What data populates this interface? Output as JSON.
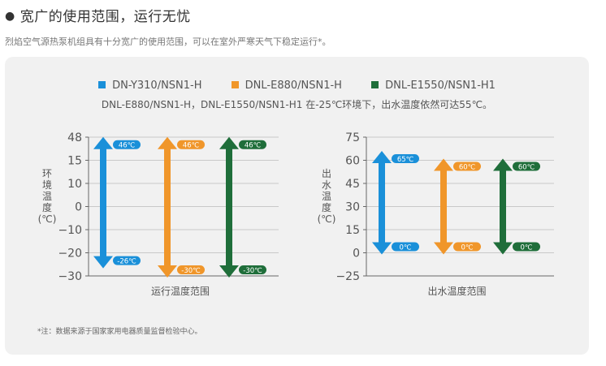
{
  "header": {
    "title": "宽广的使用范围，运行无忧",
    "subtitle": "烈焰空气源热泵机组具有十分宽广的使用范围，可以在室外严寒天气下稳定运行*。"
  },
  "legend": [
    {
      "label": "DN-Y310/NSN1-H",
      "color": "#1a90d9"
    },
    {
      "label": "DNL-E880/NSN1-H",
      "color": "#f0962a"
    },
    {
      "label": "DNL-E1550/NSN1-H1",
      "color": "#1f6e3a"
    }
  ],
  "note": "DNL-E880/NSN1-H，DNL-E1550/NSN1-H1 在-25℃环境下，出水温度依然可达55℃。",
  "footnote": "*注：数据来源于国家家用电器质量监督检验中心。",
  "colors": {
    "grid": "#c9c9c9",
    "axis": "#666666",
    "panel": "#f1f1f1"
  },
  "chart_data": [
    {
      "type": "range-bar",
      "title": "",
      "xlabel": "运行温度范围",
      "ylabel": "环境温度(℃)",
      "ylabel_lines": [
        "环",
        "境",
        "温",
        "度",
        "(℃)"
      ],
      "yticks": [
        48,
        15,
        10,
        0,
        -10,
        -20,
        -30
      ],
      "ylim": [
        -30,
        48
      ],
      "grid": true,
      "series": [
        {
          "name": "DN-Y310/NSN1-H",
          "color": "#1a90d9",
          "min": -26,
          "max": 46,
          "min_label": "-26℃",
          "max_label": "46℃"
        },
        {
          "name": "DNL-E880/NSN1-H",
          "color": "#f0962a",
          "min": -30,
          "max": 46,
          "min_label": "-30℃",
          "max_label": "46℃"
        },
        {
          "name": "DNL-E1550/NSN1-H1",
          "color": "#1f6e3a",
          "min": -30,
          "max": 46,
          "min_label": "-30℃",
          "max_label": "46℃"
        }
      ]
    },
    {
      "type": "range-bar",
      "title": "",
      "xlabel": "出水温度范围",
      "ylabel": "出水温度(℃)",
      "ylabel_lines": [
        "出",
        "水",
        "温",
        "度",
        "(℃)"
      ],
      "yticks": [
        75,
        60,
        45,
        30,
        15,
        0,
        -25
      ],
      "ylim": [
        -25,
        75
      ],
      "grid": true,
      "series": [
        {
          "name": "DN-Y310/NSN1-H",
          "color": "#1a90d9",
          "min": 0,
          "max": 65,
          "min_label": "0℃",
          "max_label": "65℃"
        },
        {
          "name": "DNL-E880/NSN1-H",
          "color": "#f0962a",
          "min": 0,
          "max": 60,
          "min_label": "0℃",
          "max_label": "60℃"
        },
        {
          "name": "DNL-E1550/NSN1-H1",
          "color": "#1f6e3a",
          "min": 0,
          "max": 60,
          "min_label": "0℃",
          "max_label": "60℃"
        }
      ]
    }
  ]
}
